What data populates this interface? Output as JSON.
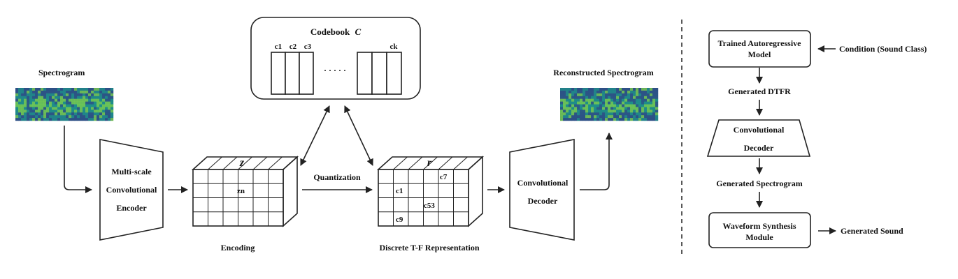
{
  "left": {
    "spectrogram_label": "Spectrogram",
    "encoder": [
      "Multi-scale",
      "Convolutional",
      "Encoder"
    ],
    "codebook_title": "Codebook",
    "codebook_symbol": "C",
    "codebook_entries": [
      "c1",
      "c2",
      "c3",
      "ck"
    ],
    "codebook_ellipsis": "· · · · ·",
    "z_symbol": "z",
    "z_cell": "zn",
    "encoding_label": "Encoding",
    "quantization_label": "Quantization",
    "r_symbol": "r",
    "r_cells": [
      "c7",
      "c1",
      "c53",
      "c9"
    ],
    "dtfr_label": "Discrete T-F Representation",
    "decoder": [
      "Convolutional",
      "Decoder"
    ],
    "reconstructed_label": "Reconstructed Spectrogram"
  },
  "right": {
    "ar_model": [
      "Trained Autoregressive",
      "Model"
    ],
    "condition": "Condition (Sound Class)",
    "generated_dtfr": "Generated DTFR",
    "decoder": [
      "Convolutional",
      "Decoder"
    ],
    "generated_spectrogram": "Generated Spectrogram",
    "waveform": [
      "Waveform Synthesis",
      "Module"
    ],
    "generated_sound": "Generated Sound"
  },
  "colors": {
    "spectrogram_dark": "#2d4f86",
    "spectrogram_mid": "#1f8f8a",
    "spectrogram_bright": "#7fd14a"
  }
}
